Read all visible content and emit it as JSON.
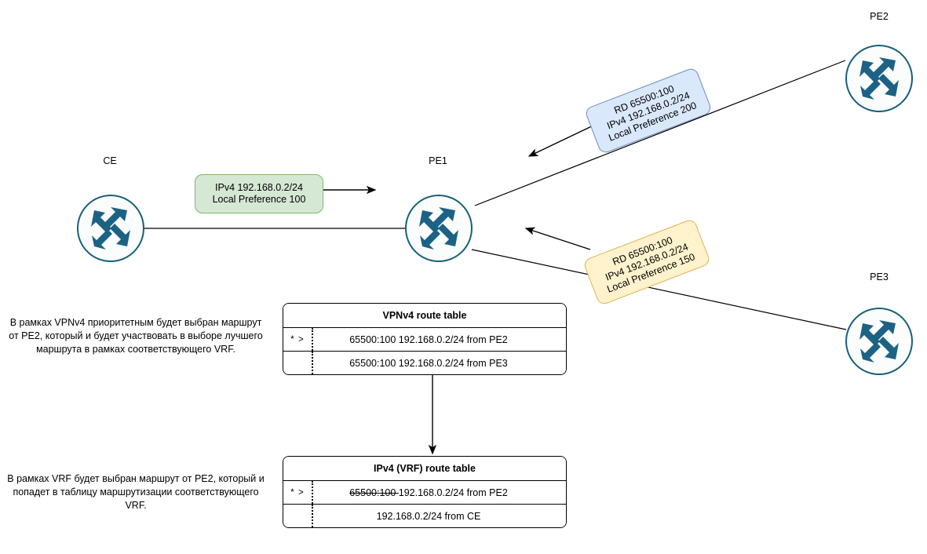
{
  "diagram": {
    "title": "MPLS VPN route selection: VPNv4 and VRF route tables",
    "colors": {
      "router_stroke": "#15607a",
      "router_fill": "#fbfcfc",
      "arrow_fill": "#1c6285",
      "green_fill": "#d5e8d4",
      "green_stroke": "#82b366",
      "blue_fill": "#dae8fc",
      "blue_stroke": "#6c8ebf",
      "yellow_fill": "#fff2cc",
      "yellow_stroke": "#d6b656",
      "edge": "#000000"
    }
  },
  "nodes": {
    "ce": {
      "label": "CE",
      "icon": "router-icon"
    },
    "pe1": {
      "label": "PE1",
      "icon": "router-icon"
    },
    "pe2": {
      "label": "PE2",
      "icon": "router-icon"
    },
    "pe3": {
      "label": "PE3",
      "icon": "router-icon"
    }
  },
  "callouts": {
    "ce_advert": {
      "text": "IPv4 192.168.0.2/24\nLocal Preference 100",
      "color": "green"
    },
    "pe2_advert": {
      "text": "RD 65500:100\nIPv4 192.168.0.2/24\nLocal Preference 200",
      "color": "blue"
    },
    "pe3_advert": {
      "text": "RD 65500:100\nIPv4 192.168.0.2/24\nLocal Preference 150",
      "color": "yellow"
    }
  },
  "tables": {
    "vpnv4": {
      "title": "VPNv4 route table",
      "rows": [
        {
          "flag": "* >",
          "prefix_strike": "",
          "text": "65500:100 192.168.0.2/24 from PE2"
        },
        {
          "flag": "",
          "prefix_strike": "",
          "text": "65500:100 192.168.0.2/24 from PE3"
        }
      ]
    },
    "vrf": {
      "title": "IPv4 (VRF) route table",
      "rows": [
        {
          "flag": "* >",
          "prefix_strike": "65500:100",
          "text": "192.168.0.2/24 from PE2"
        },
        {
          "flag": "",
          "prefix_strike": "",
          "text": "192.168.0.2/24 from CE"
        }
      ]
    }
  },
  "notes": {
    "vpnv4_note": "В рамках VPNv4 приоритетным будет выбран маршрут от PE2, который и будет участвовать в выборе лучшего маршрута в рамках соответствующего VRF.",
    "vrf_note": "В рамках VRF  будет выбран маршрут от PE2, который и попадет в таблицу маршрутизации соответствующего VRF."
  }
}
